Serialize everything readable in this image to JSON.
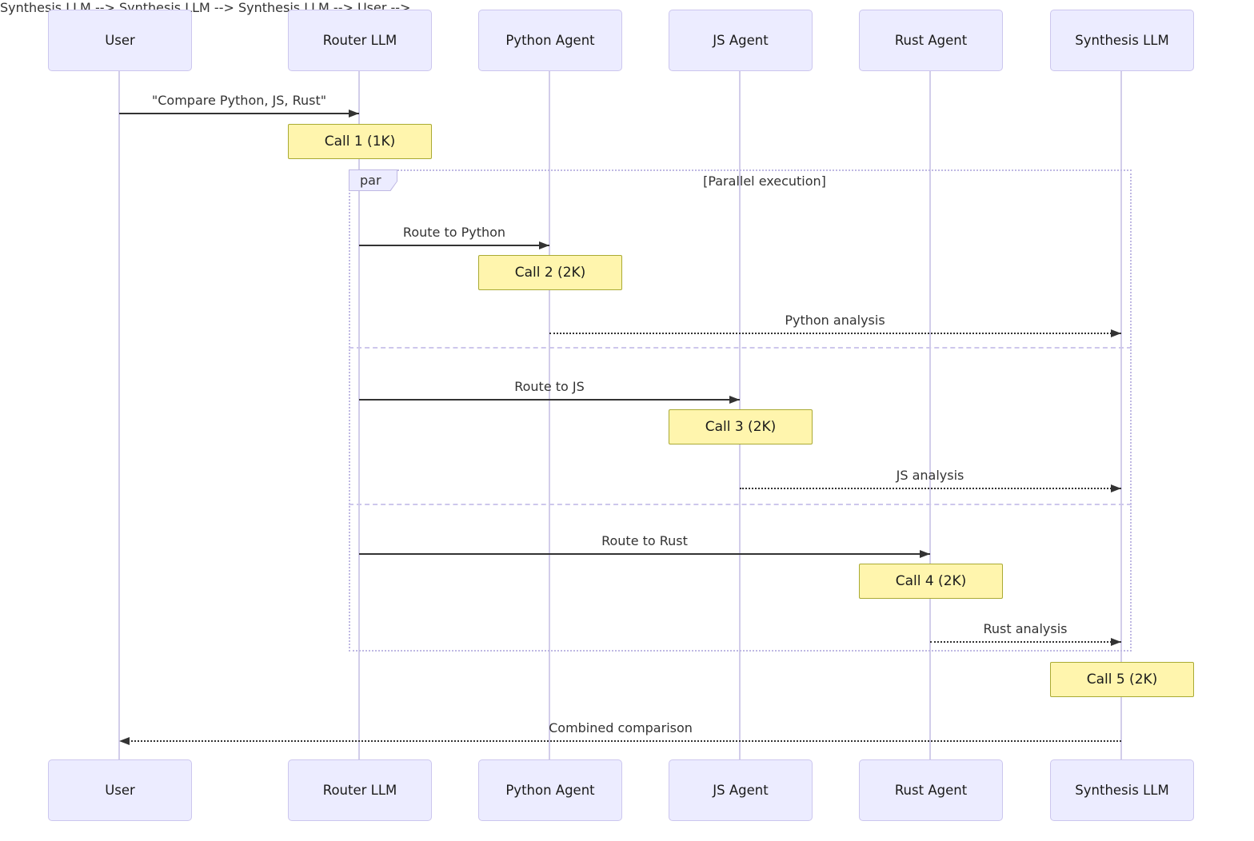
{
  "diagram": {
    "type": "sequence-diagram",
    "participants": [
      {
        "id": "user",
        "label": "User"
      },
      {
        "id": "router-llm",
        "label": "Router LLM"
      },
      {
        "id": "python-agent",
        "label": "Python Agent"
      },
      {
        "id": "js-agent",
        "label": "JS Agent"
      },
      {
        "id": "rust-agent",
        "label": "Rust Agent"
      },
      {
        "id": "synthesis-llm",
        "label": "Synthesis LLM"
      }
    ],
    "frame": {
      "operator": "par",
      "condition": "[Parallel execution]"
    },
    "messages": [
      {
        "from": "User",
        "to": "Router LLM",
        "label": "\"Compare Python, JS, Rust\"",
        "line": "solid"
      },
      {
        "from": "Router LLM",
        "to": "Python Agent",
        "label": "Route to Python",
        "line": "solid"
      },
      {
        "from": "Python Agent",
        "to": "Synthesis LLM",
        "label": "Python analysis",
        "line": "dashed"
      },
      {
        "from": "Router LLM",
        "to": "JS Agent",
        "label": "Route to JS",
        "line": "solid"
      },
      {
        "from": "JS Agent",
        "to": "Synthesis LLM",
        "label": "JS analysis",
        "line": "dashed"
      },
      {
        "from": "Router LLM",
        "to": "Rust Agent",
        "label": "Route to Rust",
        "line": "solid"
      },
      {
        "from": "Rust Agent",
        "to": "Synthesis LLM",
        "label": "Rust analysis",
        "line": "dashed"
      },
      {
        "from": "Synthesis LLM",
        "to": "User",
        "label": "Combined comparison",
        "line": "dashed"
      }
    ],
    "notes": [
      {
        "over": "Router LLM",
        "label": "Call 1 (1K)"
      },
      {
        "over": "Python Agent",
        "label": "Call 2 (2K)"
      },
      {
        "over": "JS Agent",
        "label": "Call 3 (2K)"
      },
      {
        "over": "Rust Agent",
        "label": "Call 4 (2K)"
      },
      {
        "over": "Synthesis LLM",
        "label": "Call 5 (2K)"
      }
    ],
    "colors": {
      "actor_fill": "#ECECFF",
      "actor_border": "#ccc6ee",
      "note_fill": "#FFF5AD",
      "note_border": "#AAAA33",
      "lifeline": "#d2cdea",
      "frame_border": "#bfb8e3",
      "frame_divider": "#cdc7ec",
      "arrow": "#333333",
      "text": "#333333",
      "text_strong": "#1a1a1a"
    }
  }
}
